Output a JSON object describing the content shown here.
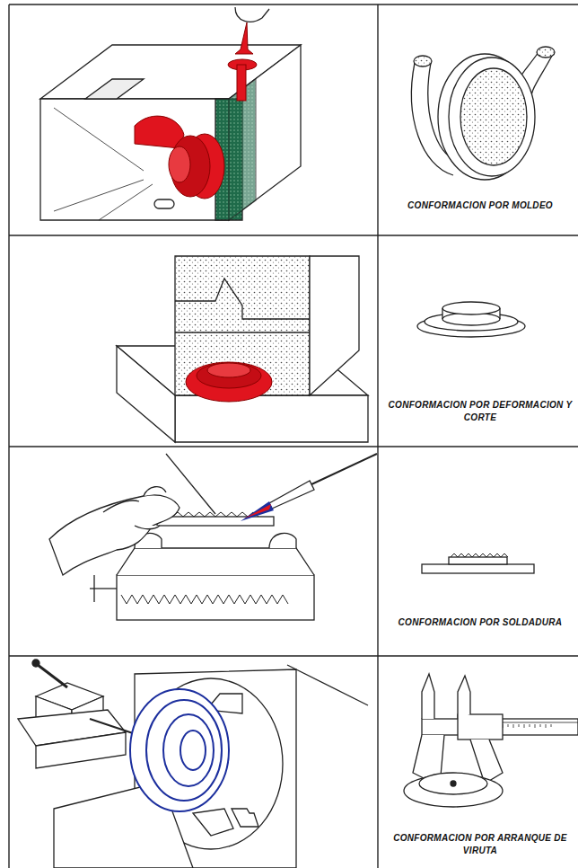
{
  "diagram": {
    "labels": [
      "CONFORMACION POR MOLDEO",
      "CONFORMACION POR DEFORMACION Y CORTE",
      "CONFORMACION POR SOLDADURA",
      "CONFORMACION POR ARRANQUE DE VIRUTA"
    ]
  }
}
